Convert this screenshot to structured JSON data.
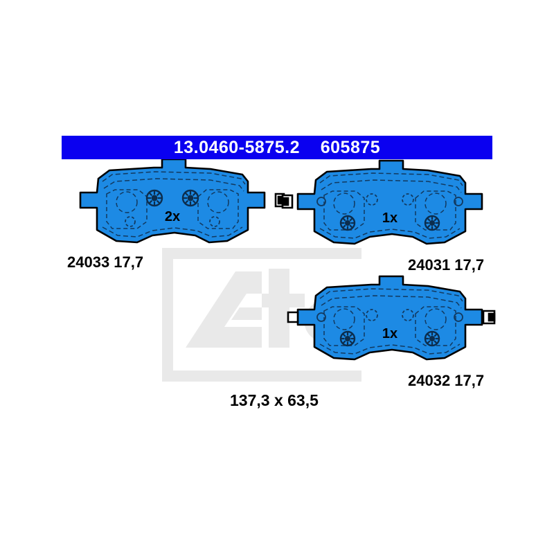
{
  "page": {
    "background_color": "#ffffff",
    "brand_watermark": "ate"
  },
  "header": {
    "banner_color": "#0a00f0",
    "text_color": "#ffffff",
    "part_number": "13.0460-5875.2",
    "wva_number": "605875",
    "full_text": "13.0460-5875.2    605875"
  },
  "pads": [
    {
      "id": "pad-24033",
      "quantity_label": "2x",
      "code": "24033",
      "thickness": "17,7",
      "caption": "24033 17,7",
      "fill_color": "#1d8ae4",
      "stroke_color": "#000000",
      "has_left_ear": true,
      "has_right_ear": true,
      "has_top_tab": true,
      "has_side_clip": true,
      "top_holes": "rosette",
      "bottom_holes": "plain"
    },
    {
      "id": "pad-24031",
      "quantity_label": "1x",
      "code": "24031",
      "thickness": "17,7",
      "caption": "24031 17,7",
      "fill_color": "#1d8ae4",
      "stroke_color": "#000000",
      "has_left_ear": true,
      "has_right_ear": true,
      "has_top_tab": true,
      "has_side_clip": true,
      "top_holes": "plain",
      "bottom_holes": "rosette"
    },
    {
      "id": "pad-24032",
      "quantity_label": "1x",
      "code": "24032",
      "thickness": "17,7",
      "caption": "24032 17,7",
      "fill_color": "#1d8ae4",
      "stroke_color": "#000000",
      "has_left_ear": true,
      "has_right_ear": true,
      "has_top_tab": true,
      "has_side_clip": true,
      "top_holes": "plain",
      "bottom_holes": "rosette"
    }
  ],
  "dimensions": {
    "label": "137,3 x 63,5",
    "length_mm": "137,3",
    "height_mm": "63,5"
  }
}
